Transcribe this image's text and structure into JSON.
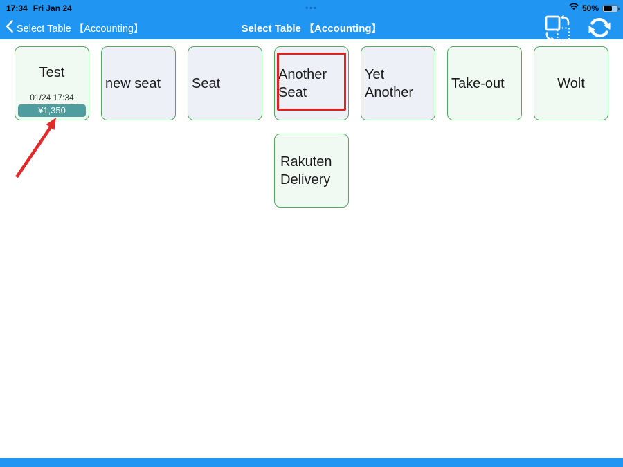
{
  "status_bar": {
    "time": "17:34",
    "date": "Fri Jan 24",
    "multitask_dots": "•••",
    "battery_percent": "50%"
  },
  "nav_bar": {
    "back_label": "Select Table 【Accounting】",
    "title": "Select Table 【Accounting】"
  },
  "icons": {
    "wifi": "wifi-icon",
    "battery": "battery-icon",
    "back": "back-chevron-icon",
    "move_tables": "move-table-layout-icon",
    "refresh": "refresh-sync-icon",
    "annotation": "red-arrow-annotation"
  },
  "colors": {
    "header_blue": "#2095F2",
    "button_border_green": "#55A861",
    "mint_background": "#F0F9F2",
    "grey_background": "#EDF1F7",
    "badge_teal": "#4F9D9E",
    "highlight_red": "#DD2222",
    "arrow_red": "#E02A2A"
  },
  "tables": [
    {
      "label": "Test",
      "opened_at": "01/24 17:34",
      "amount": "¥1,350",
      "occupied": true
    },
    {
      "label": "new seat"
    },
    {
      "label": "Seat"
    },
    {
      "label": "Another Seat",
      "selected": true
    },
    {
      "label": "Yet Another"
    },
    {
      "label": "Take-out"
    },
    {
      "label": "Wolt"
    },
    {
      "label": "Rakuten Delivery"
    }
  ]
}
